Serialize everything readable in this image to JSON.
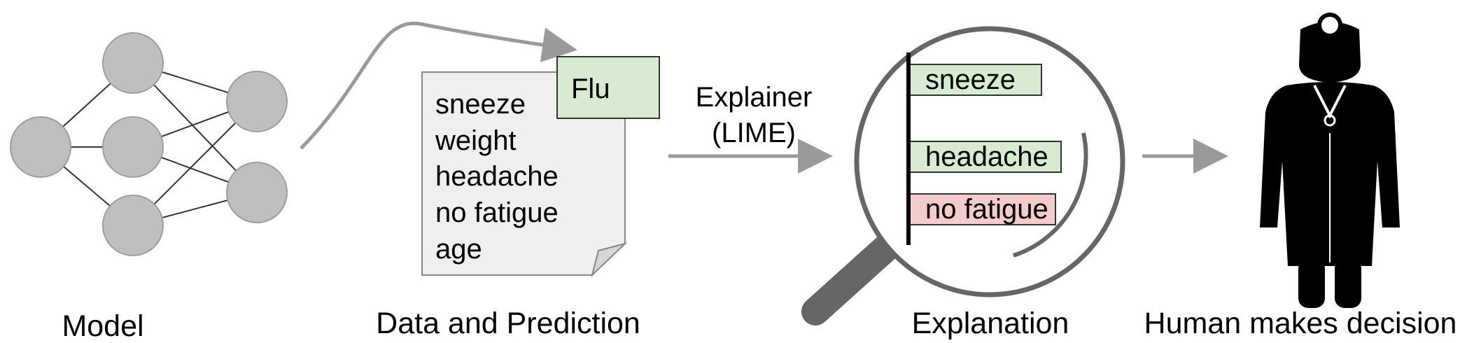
{
  "captions": {
    "model": "Model",
    "data_prediction": "Data and Prediction",
    "explanation": "Explanation",
    "human_decision": "Human makes decision"
  },
  "document": {
    "features": [
      "sneeze",
      "weight",
      "headache",
      "no fatigue",
      "age"
    ],
    "prediction": "Flu"
  },
  "explainer": {
    "line1": "Explainer",
    "line2": "(LIME)"
  },
  "explanation_bars": [
    {
      "label": "sneeze",
      "sign": "positive",
      "relative_length": 0.76
    },
    {
      "label": "headache",
      "sign": "positive",
      "relative_length": 0.87
    },
    {
      "label": "no fatigue",
      "sign": "negative",
      "relative_length": 0.84
    }
  ],
  "colors": {
    "node_fill": "#bfbfbf",
    "node_stroke": "#9e9e9e",
    "arrow": "#9a9a9a",
    "document_fill": "#efefef",
    "positive": "#d9ead3",
    "negative": "#f4cccc",
    "magnifier": "#666666",
    "doctor": "#000000"
  },
  "icons": {
    "model": "neural-network-icon",
    "magnifier": "magnifying-glass-icon",
    "human": "doctor-icon"
  }
}
